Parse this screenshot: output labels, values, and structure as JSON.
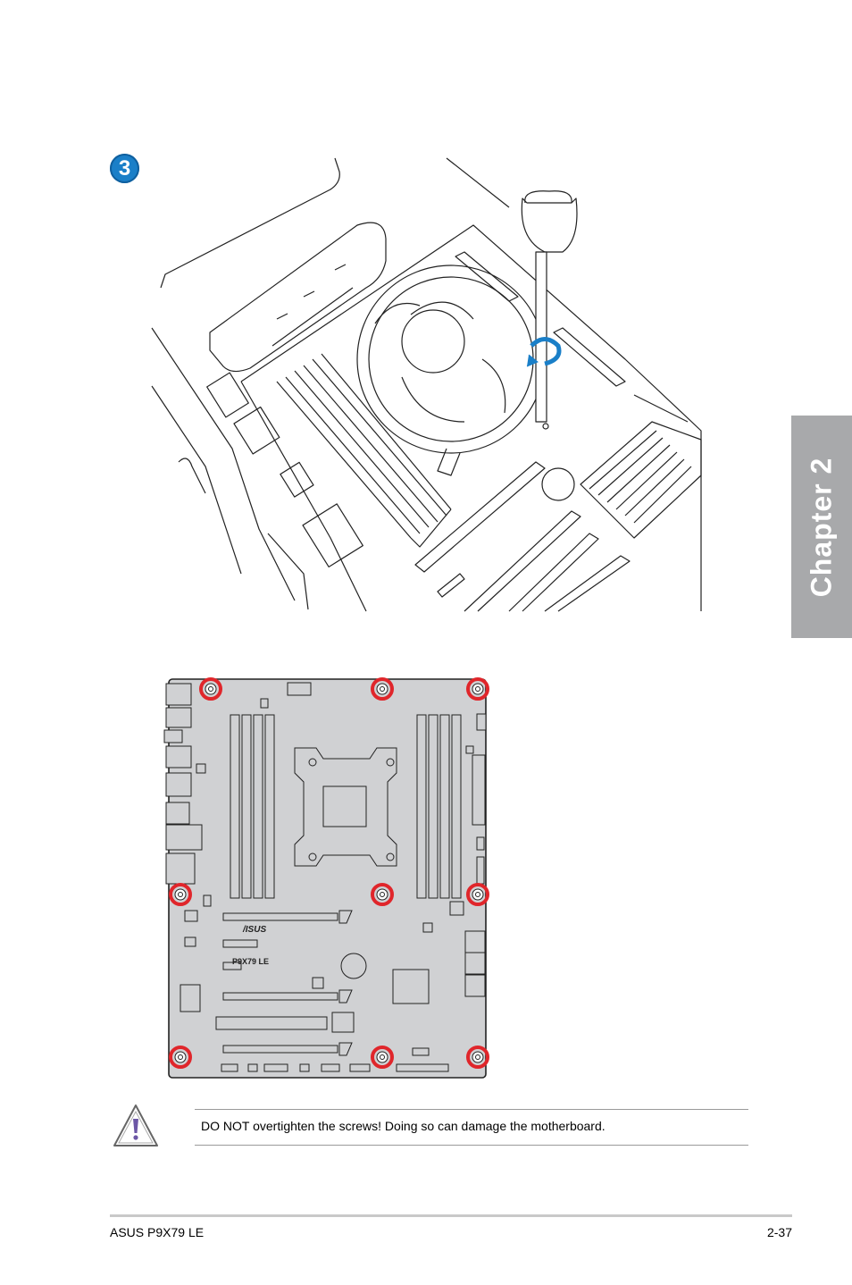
{
  "step": {
    "number": "3"
  },
  "chapter_tab": {
    "label": "Chapter 2"
  },
  "board": {
    "silkscreen_model": "P9X79 LE",
    "brand_logo_text": "/ISUS"
  },
  "warning": {
    "icon": "warning-triangle-icon",
    "text": "DO NOT overtighten the screws! Doing so can damage the motherboard."
  },
  "footer": {
    "product": "ASUS P9X79 LE",
    "page": "2-37"
  },
  "colors": {
    "accent_blue": "#1a7fc8",
    "tab_gray": "#a8a9ab",
    "screw_ring_red": "#e0262b",
    "board_gray": "#d0d1d3"
  }
}
